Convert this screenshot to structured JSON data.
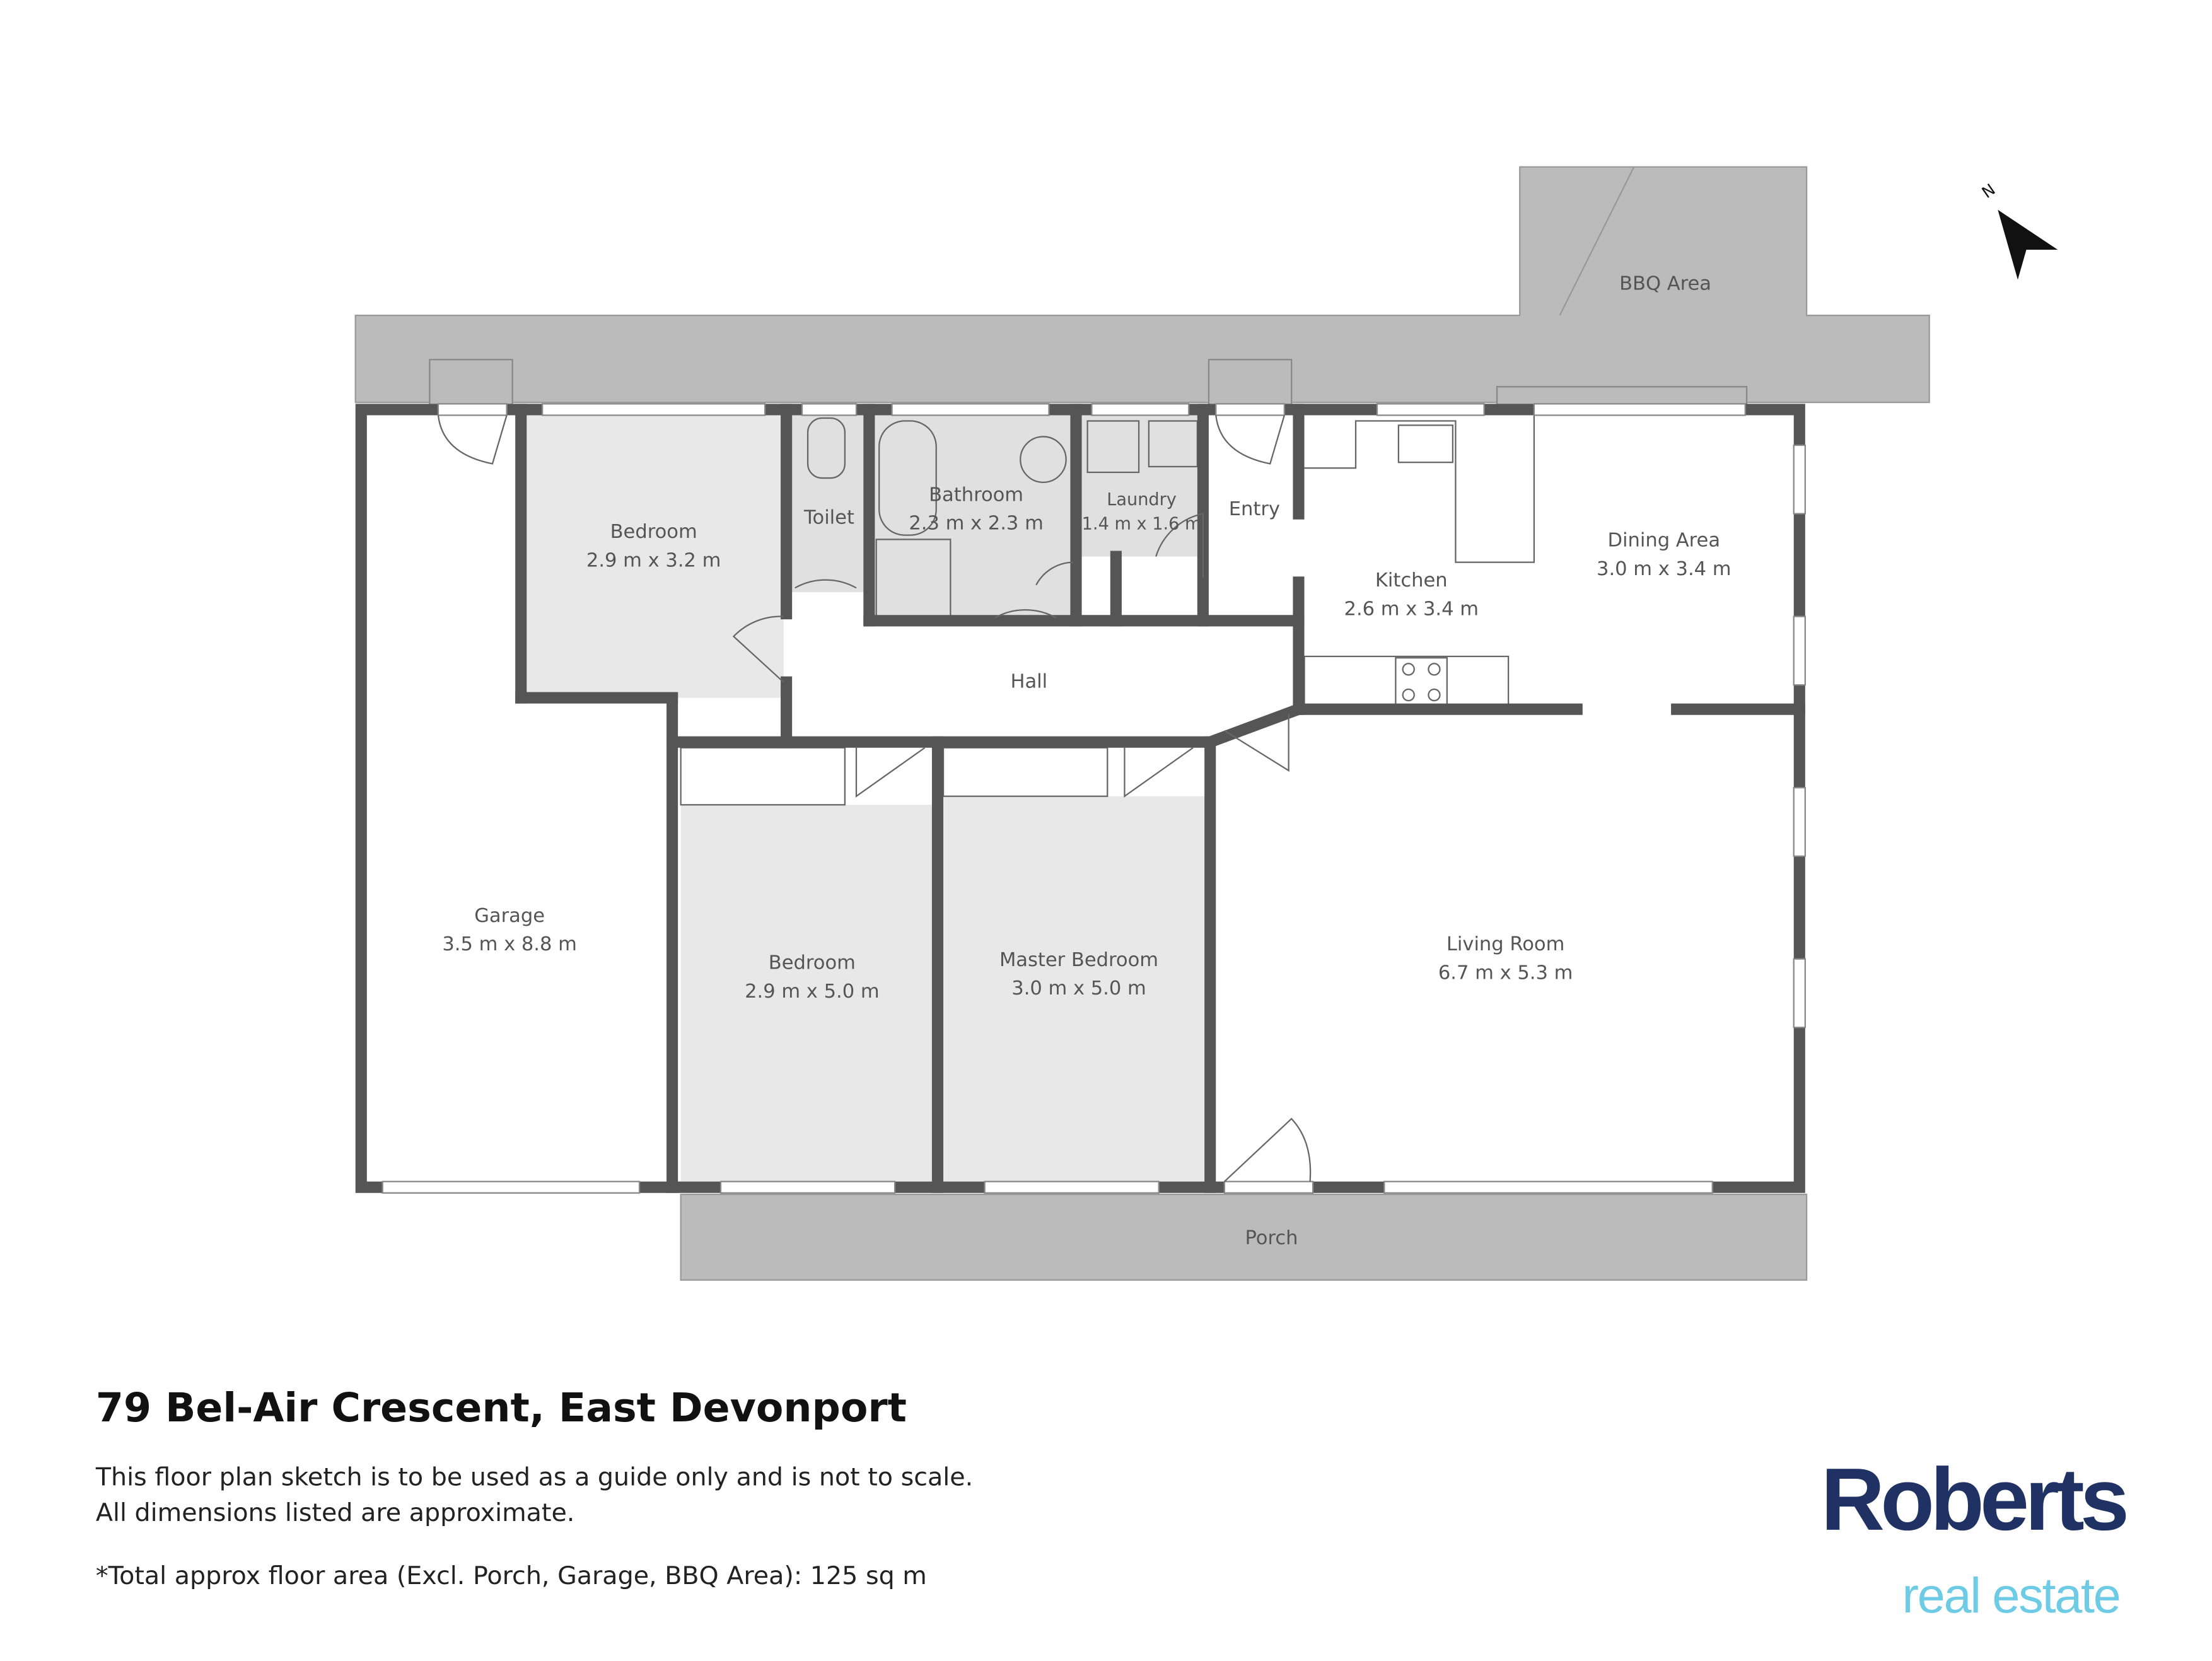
{
  "rooms": {
    "bbq": {
      "name": "BBQ Area"
    },
    "bedroom1": {
      "name": "Bedroom",
      "size": "2.9 m x 3.2 m"
    },
    "toilet": {
      "name": "Toilet"
    },
    "bathroom": {
      "name": "Bathroom",
      "size": "2.3 m x 2.3 m"
    },
    "laundry": {
      "name": "Laundry",
      "size": "1.4 m x 1.6 m"
    },
    "entry": {
      "name": "Entry"
    },
    "kitchen": {
      "name": "Kitchen",
      "size": "2.6 m x 3.4 m"
    },
    "dining": {
      "name": "Dining Area",
      "size": "3.0 m x 3.4 m"
    },
    "hall": {
      "name": "Hall"
    },
    "garage": {
      "name": "Garage",
      "size": "3.5 m x 8.8 m"
    },
    "bedroom2": {
      "name": "Bedroom",
      "size": "2.9 m x 5.0 m"
    },
    "master": {
      "name": "Master Bedroom",
      "size": "3.0 m x 5.0 m"
    },
    "living": {
      "name": "Living Room",
      "size": "6.7 m x 5.3 m"
    },
    "porch": {
      "name": "Porch"
    }
  },
  "compass": {
    "label": "N",
    "icon": "north-arrow-icon"
  },
  "footer": {
    "address": "79 Bel-Air Crescent, East Devonport",
    "disclaimer_line1": "This floor plan sketch is to be used as a guide only and is not to scale.",
    "disclaimer_line2": "All dimensions listed are approximate.",
    "total_area": "*Total approx floor area (Excl. Porch, Garage, BBQ Area): 125 sq m"
  },
  "logo": {
    "brand": "Roberts",
    "tagline": "real estate",
    "brand_color": "#1f3263",
    "tagline_color": "#6dcbe6"
  }
}
